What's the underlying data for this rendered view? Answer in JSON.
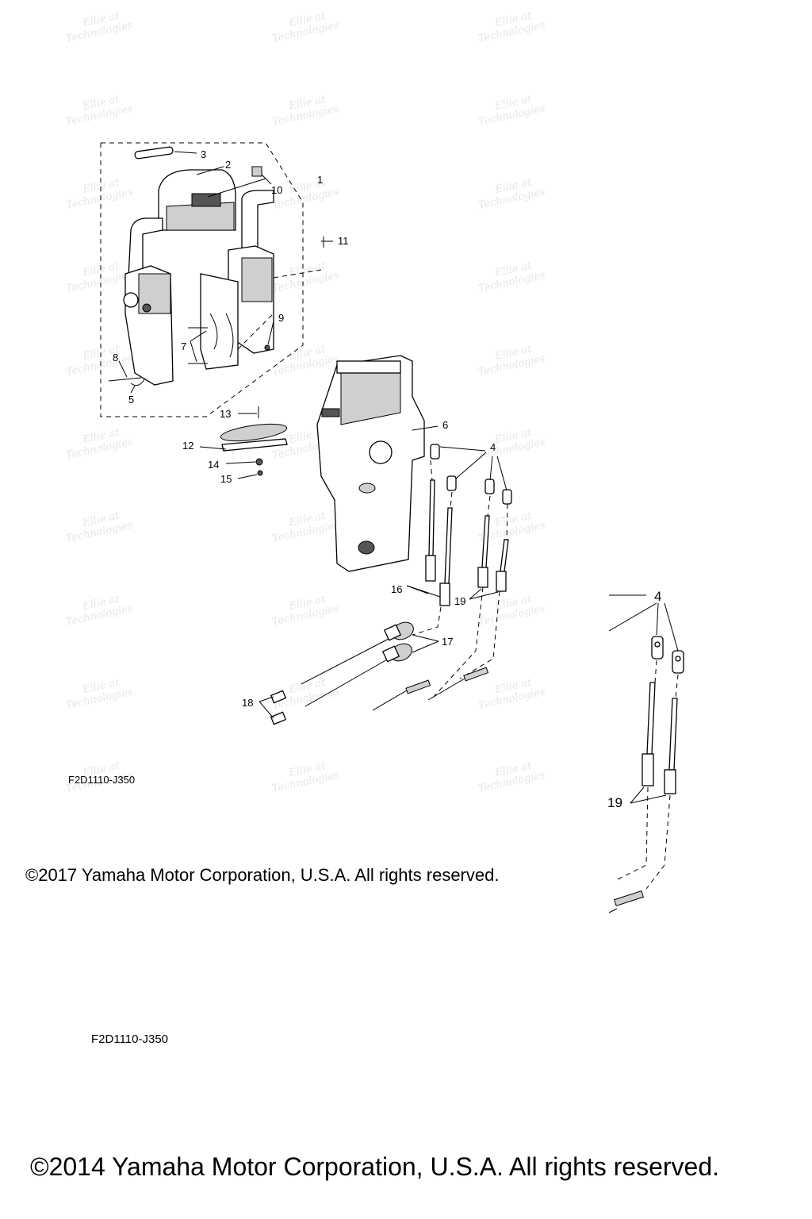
{
  "watermark": {
    "line1": "Ellie at",
    "line2": "Technologies"
  },
  "callouts": {
    "c1": "1",
    "c2": "2",
    "c3": "3",
    "c4": "4",
    "c5": "5",
    "c6": "6",
    "c7": "7",
    "c8": "8",
    "c9": "9",
    "c10": "10",
    "c11": "11",
    "c12": "12",
    "c13": "13",
    "c14": "14",
    "c15": "15",
    "c16": "16",
    "c17": "17",
    "c18": "18",
    "c19": "19",
    "c4b": "4",
    "c19b": "19"
  },
  "footer": {
    "code_small": "F2D1110-J350",
    "copyright_small": "©2017 Yamaha Motor Corporation, U.S.A. All rights reserved.",
    "code_large": "F2D1110-J350",
    "copyright_large": "©2014 Yamaha Motor Corporation, U.S.A. All rights reserved."
  }
}
